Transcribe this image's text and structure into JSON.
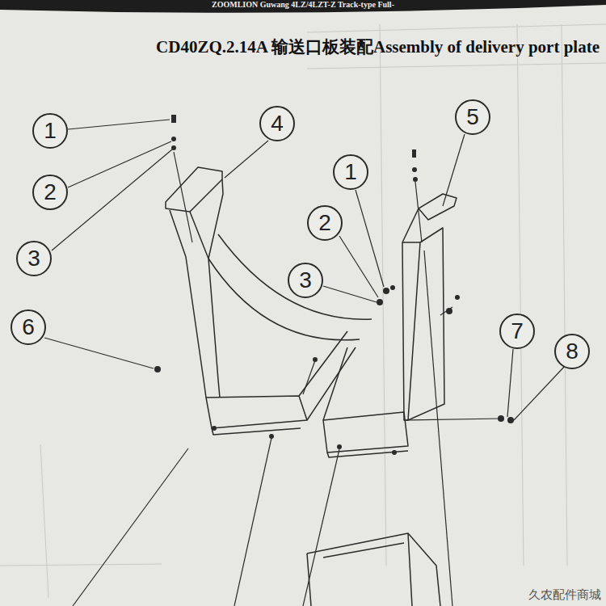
{
  "diagram": {
    "title": "CD40ZQ.2.14A 输送口板装配Assembly of delivery port plate",
    "nodes": [
      {
        "text": [
          "1"
        ]
      },
      {
        "text": [
          "2"
        ]
      },
      {
        "text": [
          "3"
        ]
      },
      {
        "text": [
          "4"
        ]
      },
      {
        "text": [
          "5"
        ]
      },
      {
        "text": [
          "1"
        ]
      },
      {
        "text": [
          "2"
        ]
      },
      {
        "text": [
          "3"
        ]
      },
      {
        "text": [
          "6"
        ]
      },
      {
        "text": [
          "7"
        ]
      },
      {
        "text": [
          "8"
        ]
      }
    ],
    "labels": [
      "ZOOMLION Guwang 4LZ/4LZT-Z Track-type Full-",
      "久农配件商城"
    ]
  }
}
